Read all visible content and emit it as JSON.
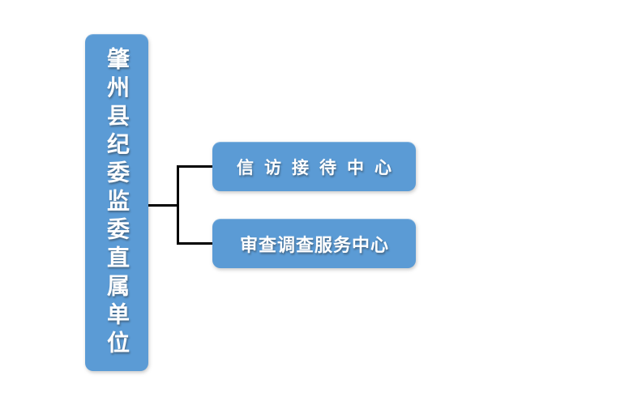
{
  "diagram": {
    "title_hint": "org-structure",
    "root": {
      "label": "肇州县纪委监委直属单位"
    },
    "children": [
      {
        "label": "信访接待中心"
      },
      {
        "label": "审查调查服务中心"
      }
    ],
    "colors": {
      "box_fill": "#5b9bd5",
      "text": "#ffffff",
      "connector": "#000000",
      "background": "#ffffff"
    }
  }
}
